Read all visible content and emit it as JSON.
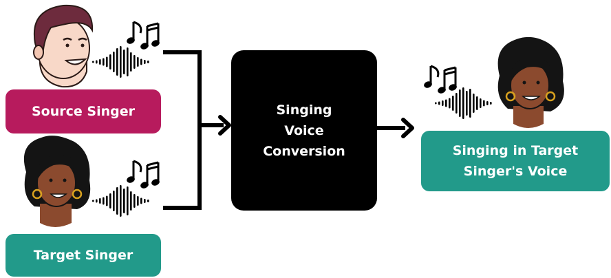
{
  "colors": {
    "source": "#b71b5d",
    "target": "#229a8a",
    "block": "#000000",
    "output": "#229a8a",
    "man_hair": "#6d2b3d",
    "man_skin": "#f8d8c8",
    "woman_hair": "#141414",
    "woman_skin": "#8b4a2e"
  },
  "boxes": {
    "source": "Source Singer",
    "target": "Target Singer",
    "conversion": "Singing\nVoice\nConversion",
    "output": "Singing in Target\nSinger's Voice"
  },
  "icons": [
    "man-face-icon",
    "woman-face-icon",
    "music-notes-icon",
    "sound-wave-icon",
    "arrow-right-icon"
  ]
}
